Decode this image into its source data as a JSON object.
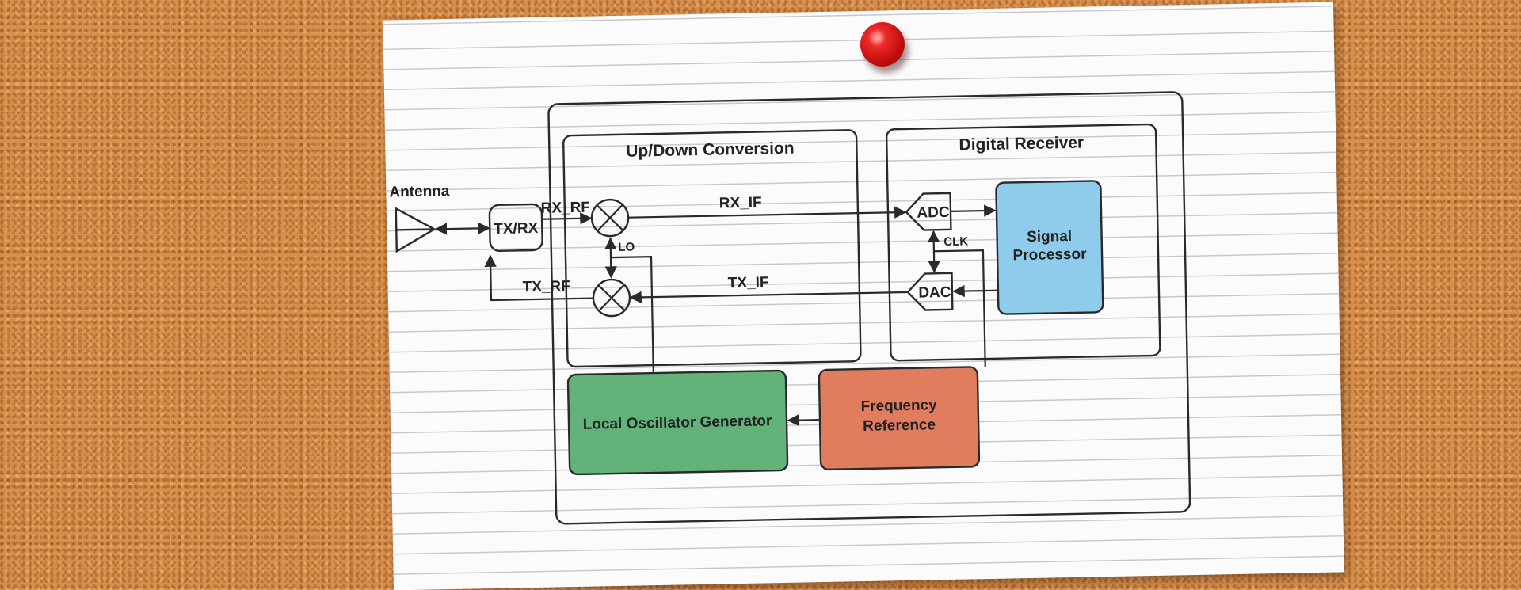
{
  "diagram": {
    "sections": {
      "updown": "Up/Down Conversion",
      "digital": "Digital Receiver"
    },
    "blocks": {
      "antenna": "Antenna",
      "txrx": "TX/RX",
      "adc": "ADC",
      "dac": "DAC",
      "signal_processor_line1": "Signal",
      "signal_processor_line2": "Processor",
      "lo_generator": "Local Oscillator Generator",
      "freq_ref_line1": "Frequency",
      "freq_ref_line2": "Reference"
    },
    "signals": {
      "rx_rf": "RX_RF",
      "rx_if": "RX_IF",
      "tx_rf": "TX_RF",
      "tx_if": "TX_IF",
      "lo": "LO",
      "clk": "CLK"
    },
    "colors": {
      "signal_processor": "#8fcbea",
      "lo_generator": "#62b27a",
      "freq_ref": "#e07d5f"
    }
  }
}
